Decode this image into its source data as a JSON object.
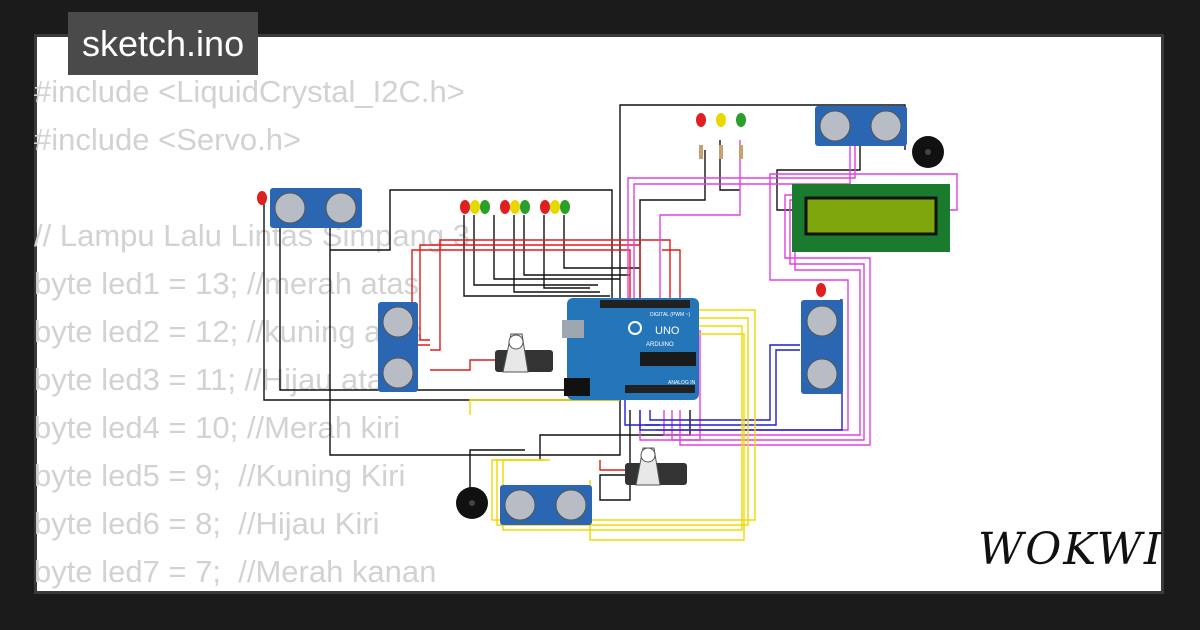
{
  "tab": {
    "filename": "sketch.ino"
  },
  "code_lines": [
    "#include <LiquidCrystal_I2C.h>",
    "#include <Servo.h>",
    "",
    "// Lampu Lalu Lintas Simpang 3",
    "byte led1 = 13; //merah atas",
    "byte led2 = 12; //kuning atas",
    "byte led3 = 11; //Hijau atas",
    "byte led4 = 10; //Merah kiri",
    "byte led5 = 9;  //Kuning Kiri",
    "byte led6 = 8;  //Hijau Kiri",
    "byte led7 = 7;  //Merah kanan"
  ],
  "board": {
    "label": "UNO",
    "brand": "ARDUINO",
    "digital_label": "DIGITAL (PWM ~)",
    "analog_label": "ANALOG IN"
  },
  "brand": {
    "logo": "WOKWI"
  },
  "colors": {
    "wire_black": "#111111",
    "wire_red": "#e01b1b",
    "wire_magenta": "#e040e0",
    "wire_blue": "#1f1fd0",
    "wire_yellow": "#f0d800",
    "board": "#2576b8",
    "lcd": "#7fa60c"
  }
}
